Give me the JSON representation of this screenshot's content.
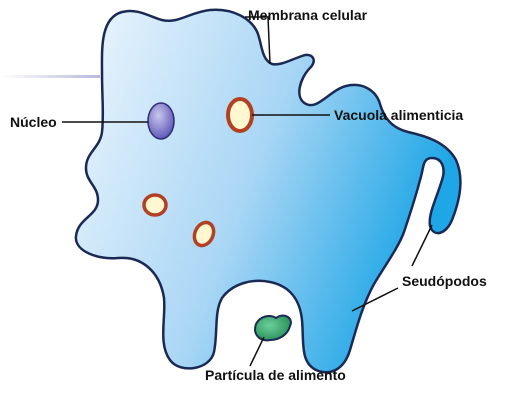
{
  "labels": {
    "membrana": "Membrana celular",
    "nucleo": "Núcleo",
    "vacuola": "Vacuola alimenticia",
    "seudopodos": "Seudópodos",
    "particula": "Partícula de alimento"
  },
  "colors": {
    "cell_light": "#eef6fd",
    "cell_mid": "#a9d6f5",
    "cell_dark": "#1ea6e6",
    "outline": "#1a2a55",
    "nucleus_light": "#c9c7ec",
    "nucleus_dark": "#5a53b6",
    "vacuole_fill": "#fff7cf",
    "vacuole_ring": "#b24022",
    "food_light": "#6dcf9a",
    "food_dark": "#1f8a52",
    "leader": "#111111",
    "decor_line": "#b9b9dd"
  }
}
